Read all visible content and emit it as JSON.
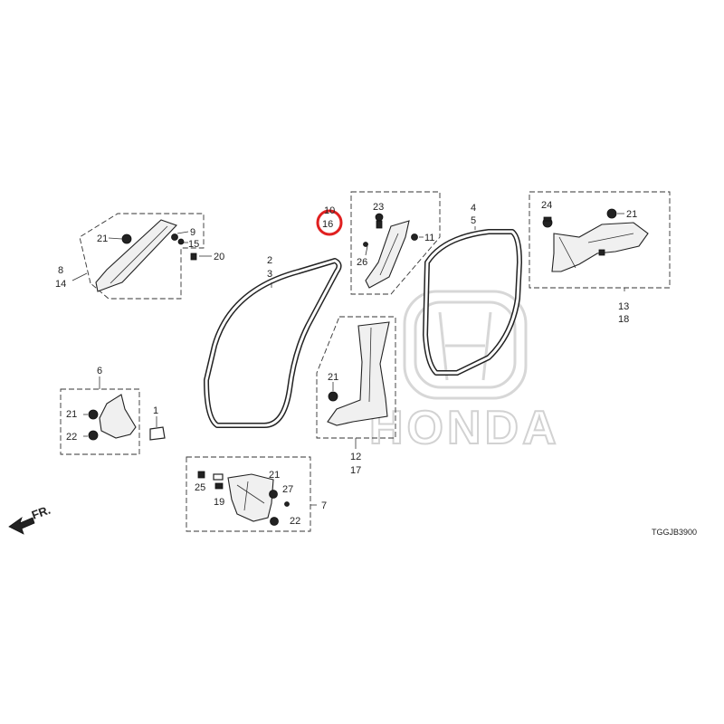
{
  "diagram": {
    "code": "TGGJB3900",
    "front_marker": "FR.",
    "watermark": "HONDA",
    "highlight": {
      "color": "#e02020",
      "part": "16"
    },
    "labels": {
      "c1": "1",
      "c2": "2",
      "c3": "3",
      "c4": "4",
      "c5": "5",
      "c6": "6",
      "c7": "7",
      "c8": "8",
      "c9": "9",
      "c10": "10",
      "c11": "11",
      "c12": "12",
      "c13": "13",
      "c14": "14",
      "c15": "15",
      "c16": "16",
      "c17": "17",
      "c18": "18",
      "c19": "19",
      "c20": "20",
      "c21": "21",
      "c22": "22",
      "c23": "23",
      "c24": "24",
      "c25": "25",
      "c26": "26",
      "c27": "27"
    },
    "icons": [
      "front-arrow-icon",
      "honda-logo-watermark",
      "clip-icon",
      "screw-icon"
    ]
  }
}
